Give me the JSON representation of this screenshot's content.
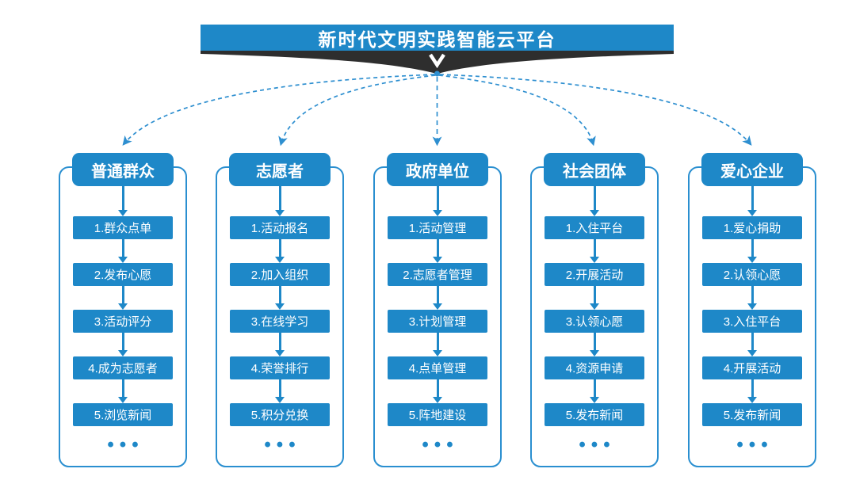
{
  "banner": {
    "title": "新时代文明实践智能云平台"
  },
  "colors": {
    "primary_blue": "#1e88c8",
    "connector_blue": "#2e8fd0",
    "card_border_blue": "#2a8fd0",
    "banner_shadow_dark": "#2e2e2e",
    "text_on_blue": "#ffffff",
    "background": "#ffffff"
  },
  "icons": {
    "banner_arrow": "chevron-down-white",
    "flow_arrow": "solid-down-arrow",
    "connectors": "dashed-curved-arrows"
  },
  "columns": [
    {
      "title": "普通群众",
      "steps": [
        "1.群众点单",
        "2.发布心愿",
        "3.活动评分",
        "4.成为志愿者",
        "5.浏览新闻"
      ],
      "more": "•••"
    },
    {
      "title": "志愿者",
      "steps": [
        "1.活动报名",
        "2.加入组织",
        "3.在线学习",
        "4.荣誉排行",
        "5.积分兑换"
      ],
      "more": "•••"
    },
    {
      "title": "政府单位",
      "steps": [
        "1.活动管理",
        "2.志愿者管理",
        "3.计划管理",
        "4.点单管理",
        "5.阵地建设"
      ],
      "more": "•••"
    },
    {
      "title": "社会团体",
      "steps": [
        "1.入住平台",
        "2.开展活动",
        "3.认领心愿",
        "4.资源申请",
        "5.发布新闻"
      ],
      "more": "•••"
    },
    {
      "title": "爱心企业",
      "steps": [
        "1.爱心捐助",
        "2.认领心愿",
        "3.入住平台",
        "4.开展活动",
        "5.发布新闻"
      ],
      "more": "•••"
    }
  ]
}
